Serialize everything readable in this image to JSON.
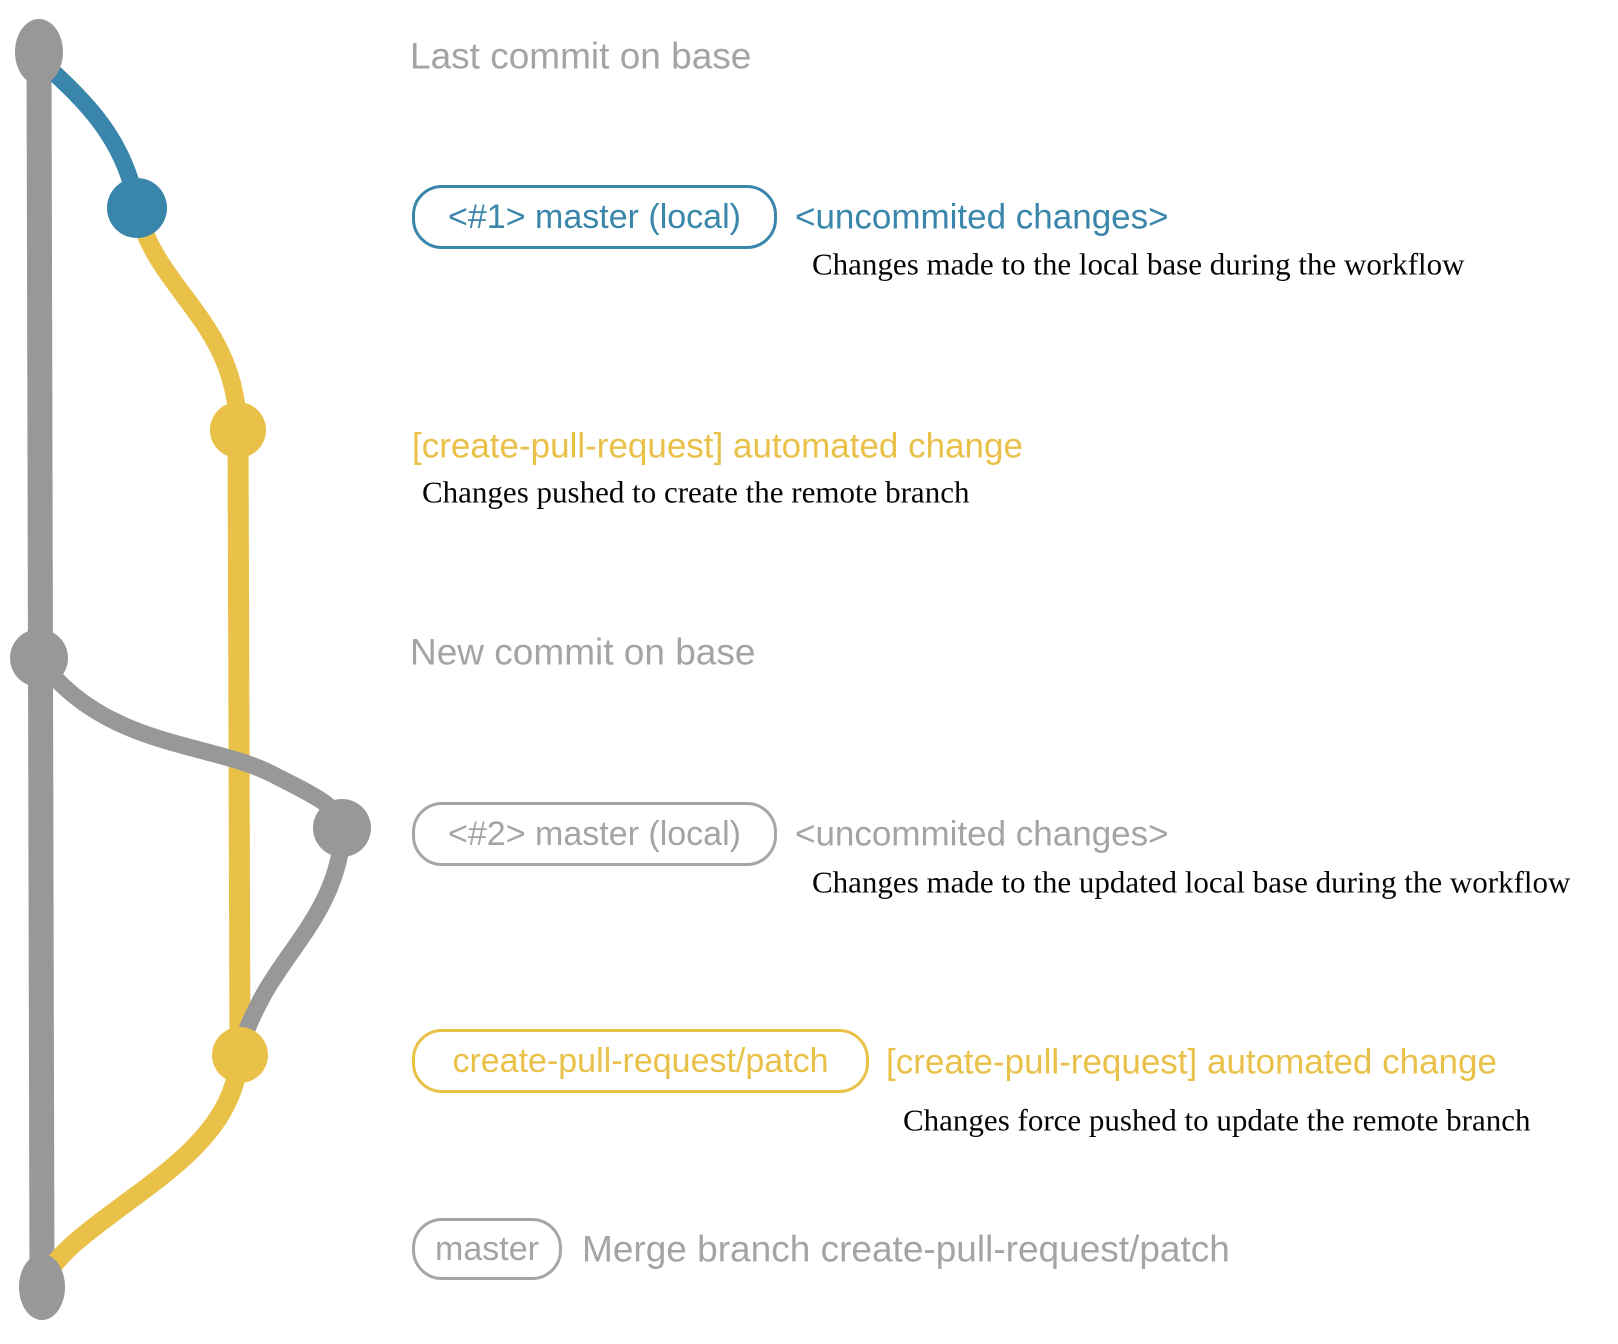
{
  "diagram": {
    "title": "create-pull-request action git workflow diagram",
    "colors": {
      "base_gray_line": "#989898",
      "gray_label": "#a4a4a4",
      "blue_accent": "#3a86aa",
      "yellow_accent": "#e9c148",
      "description_black": "#050505"
    },
    "rows": {
      "row1": {
        "label": "Last commit on base"
      },
      "row2": {
        "pill": "<#1> master (local)",
        "status": "<uncommited changes>",
        "description": "Changes made to the local base during the workflow"
      },
      "row3": {
        "label": "[create-pull-request] automated change",
        "description": "Changes pushed to create the remote branch"
      },
      "row4": {
        "label": "New commit on base"
      },
      "row5": {
        "pill": "<#2> master (local)",
        "status": "<uncommited changes>",
        "description": "Changes made to the updated local base during the workflow"
      },
      "row6": {
        "pill": "create-pull-request/patch",
        "label": "[create-pull-request] automated change",
        "description": "Changes force pushed to update the remote branch"
      },
      "row7": {
        "pill": "master",
        "label": "Merge branch create-pull-request/patch"
      }
    }
  }
}
